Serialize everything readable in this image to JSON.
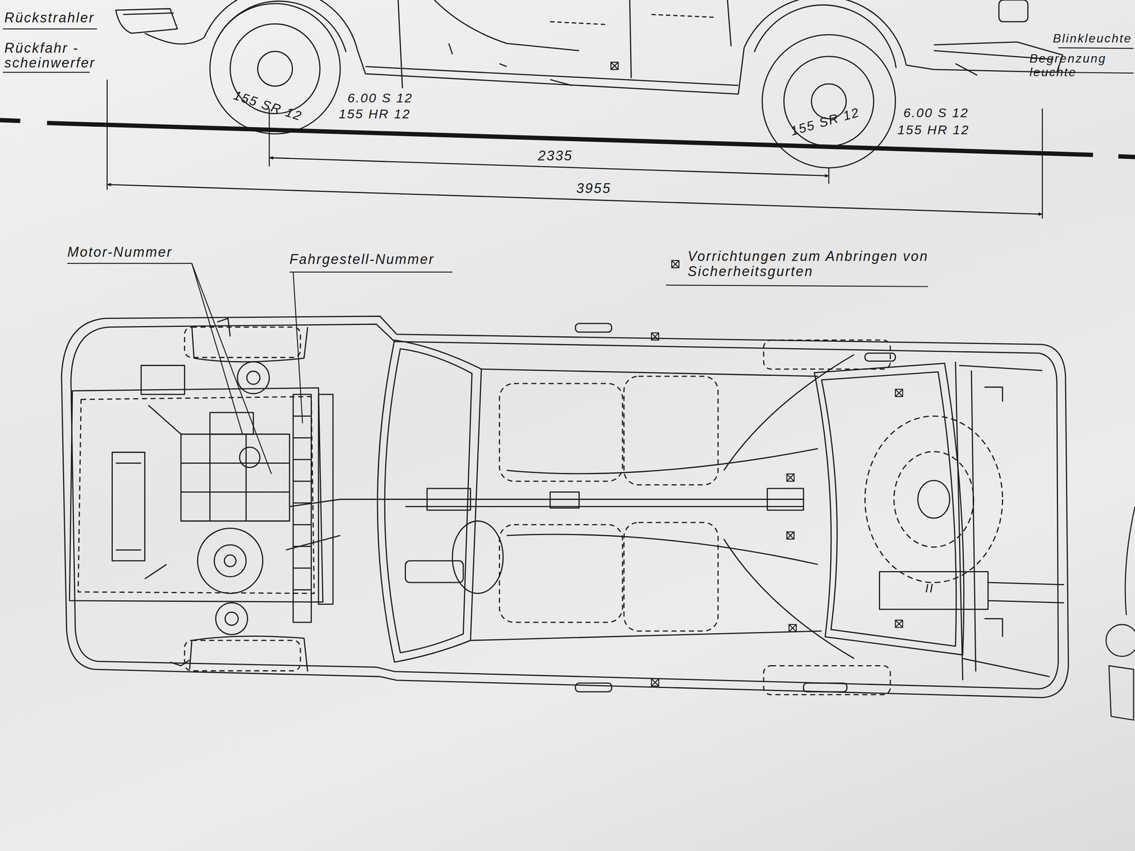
{
  "diagram": {
    "labels": [
      "Rückstrahler",
      "Rückfahr - scheinwerfer",
      "155 SR 12",
      "6.00 S 12",
      "155 HR 12",
      "155 SR 12",
      "6.00 S 12",
      "155 HR 12",
      "Blinkleuchte",
      "Begrenzung leuchte",
      "2335",
      "3955",
      "Motor-Nummer",
      "Fahrgestell-Nummer",
      "Vorrichtungen zum Anbringen von Sicherheitsgurten",
      "II"
    ]
  }
}
